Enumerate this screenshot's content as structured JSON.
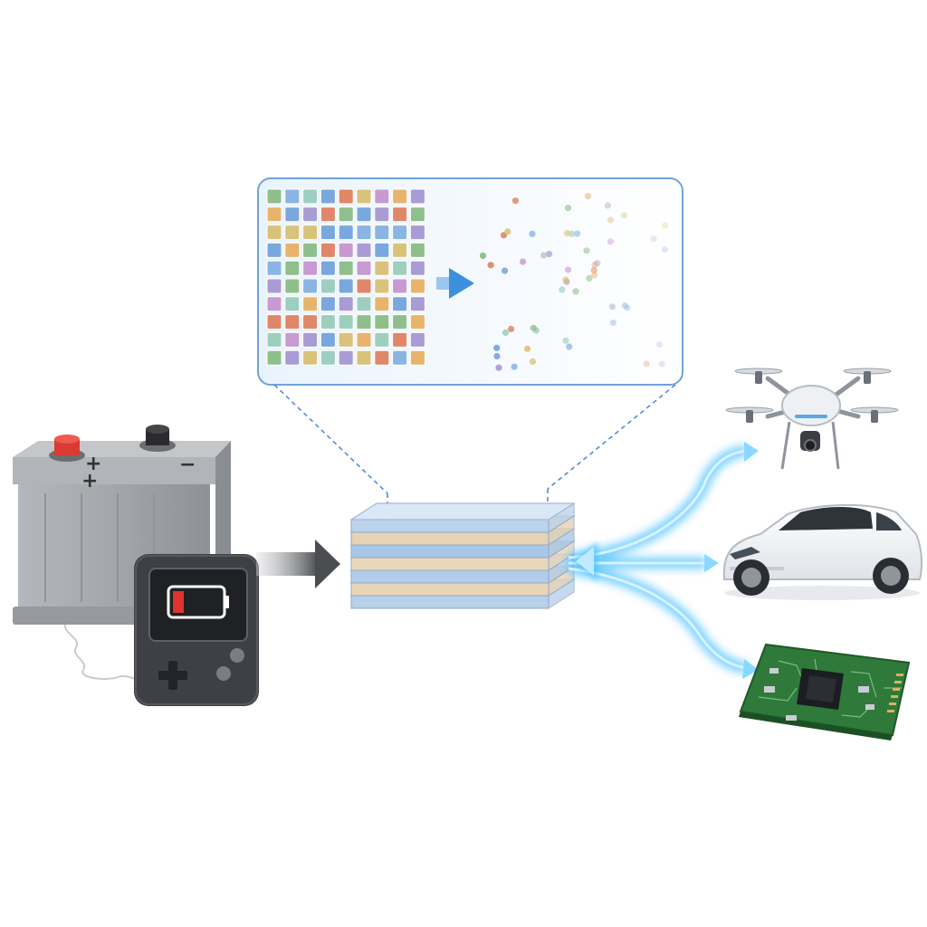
{
  "battery": {
    "positive_symbol": "+",
    "negative_symbol": "−",
    "colors": {
      "case": "#9fa2a6",
      "positive_terminal": "#d93a32",
      "negative_terminal": "#2b2b2d"
    }
  },
  "handheld_device": {
    "screen_icon": "low-battery-icon",
    "controls": [
      "d-pad-icon",
      "a-button",
      "b-button"
    ],
    "colors": {
      "body": "#3e4045",
      "screen": "#1f2125",
      "low_battery": "#e0332c"
    }
  },
  "zoom_panel": {
    "grid_rows": 10,
    "grid_cols": 9,
    "tile_colors": [
      "#8fbf8a",
      "#e0876a",
      "#a99bd3",
      "#7aa7de",
      "#e8b46b",
      "#9dcfbf",
      "#c79ad1",
      "#8ab4e3",
      "#d9c27a"
    ],
    "arrow_icon": "right-arrow-icon",
    "colors": {
      "border": "#6fa3db",
      "arrow": "#3b8fdc"
    }
  },
  "layer_stack": {
    "layer_colors": [
      "#bcd3ec",
      "#e6d2b4",
      "#a9c7e8",
      "#ead7b9",
      "#b3cde9",
      "#e9d5b5",
      "#b8d0ea"
    ]
  },
  "flow_arrows": {
    "input_arrow_color": "#55575b",
    "output_glow_color": "#4fc3ff"
  },
  "applications": [
    {
      "name": "drone-icon"
    },
    {
      "name": "electric-car-icon"
    },
    {
      "name": "circuit-board-icon"
    }
  ]
}
